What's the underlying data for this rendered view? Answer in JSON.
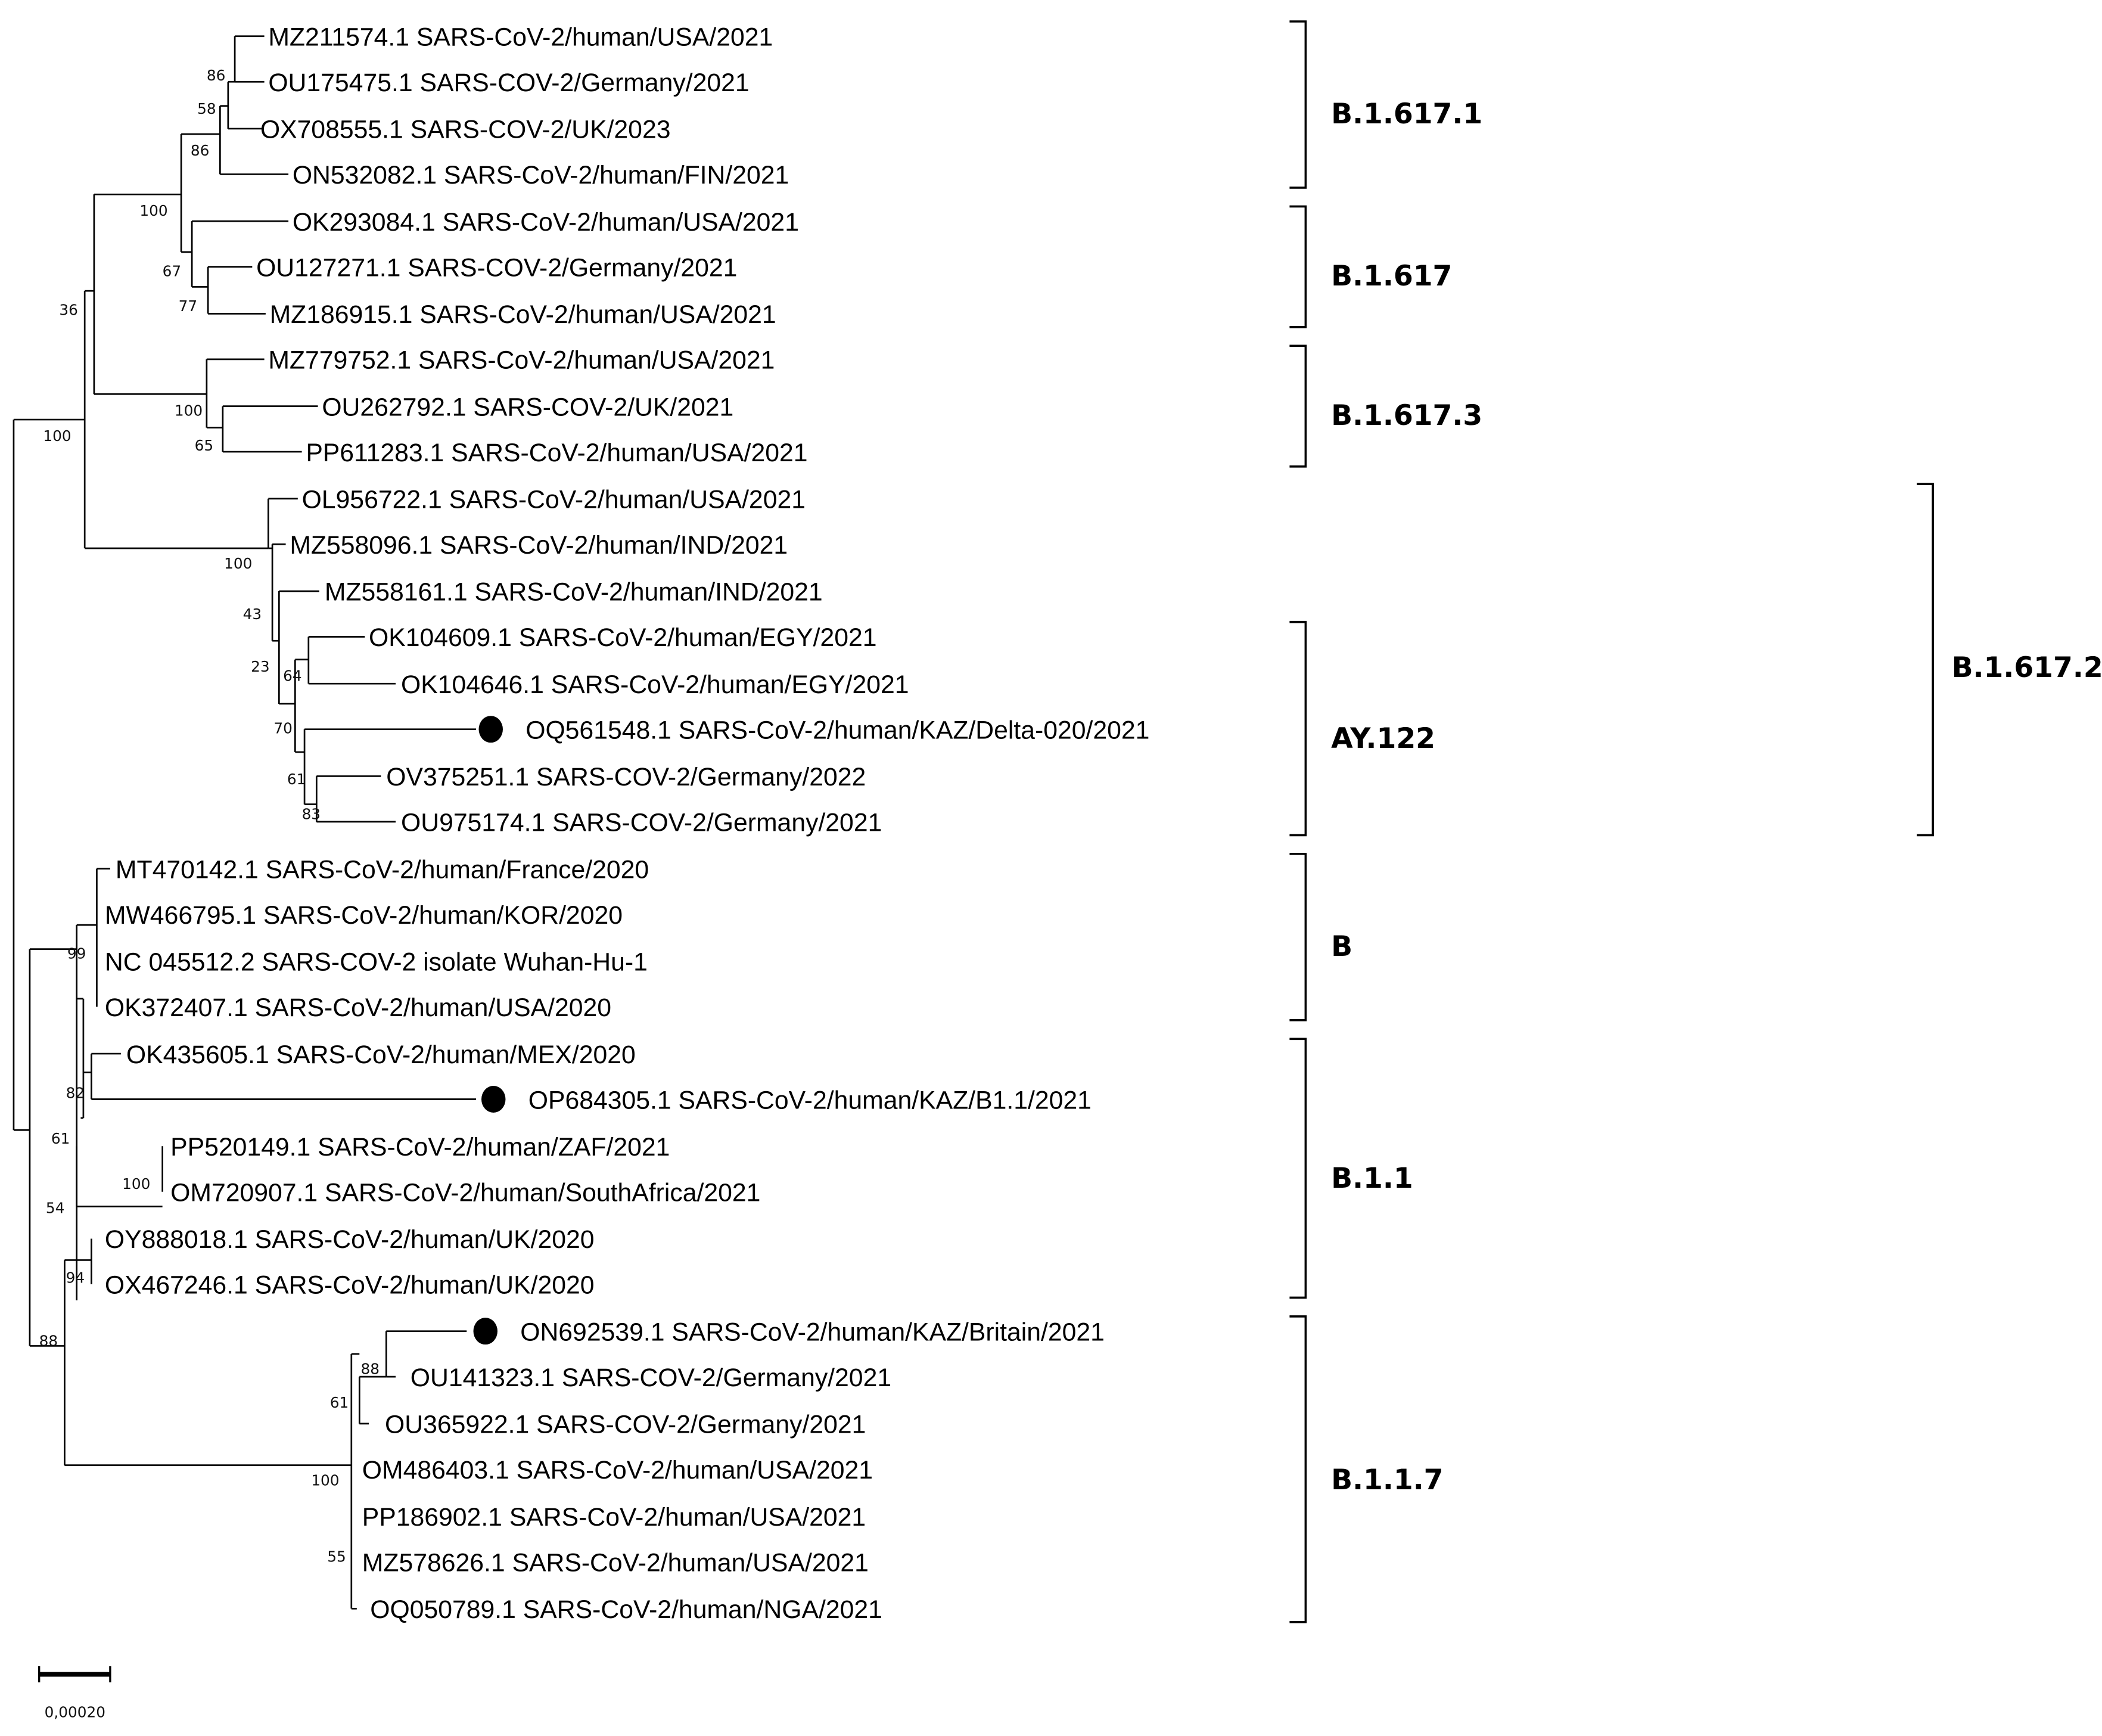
{
  "figure": {
    "type": "phylogenetic-tree",
    "scale_bar": {
      "label": "0,00020"
    },
    "marker_color": "#000000"
  },
  "leaves": [
    {
      "id": "L0",
      "label": "MZ211574.1 SARS-CoV-2/human/USA/2021"
    },
    {
      "id": "L1",
      "label": "OU175475.1 SARS-COV-2/Germany/2021"
    },
    {
      "id": "L2",
      "label": "OX708555.1 SARS-COV-2/UK/2023"
    },
    {
      "id": "L3",
      "label": "ON532082.1 SARS-CoV-2/human/FIN/2021"
    },
    {
      "id": "L4",
      "label": "OK293084.1 SARS-CoV-2/human/USA/2021"
    },
    {
      "id": "L5",
      "label": "OU127271.1 SARS-COV-2/Germany/2021"
    },
    {
      "id": "L6",
      "label": "MZ186915.1 SARS-CoV-2/human/USA/2021"
    },
    {
      "id": "L7",
      "label": "MZ779752.1 SARS-CoV-2/human/USA/2021"
    },
    {
      "id": "L8",
      "label": "OU262792.1 SARS-COV-2/UK/2021"
    },
    {
      "id": "L9",
      "label": "PP611283.1 SARS-CoV-2/human/USA/2021"
    },
    {
      "id": "L10",
      "label": "OL956722.1 SARS-CoV-2/human/USA/2021"
    },
    {
      "id": "L11",
      "label": "MZ558096.1 SARS-CoV-2/human/IND/2021"
    },
    {
      "id": "L12",
      "label": "MZ558161.1 SARS-CoV-2/human/IND/2021"
    },
    {
      "id": "L13",
      "label": "OK104609.1 SARS-CoV-2/human/EGY/2021"
    },
    {
      "id": "L14",
      "label": "OK104646.1 SARS-CoV-2/human/EGY/2021"
    },
    {
      "id": "L15",
      "label": "OQ561548.1 SARS-CoV-2/human/KAZ/Delta-020/2021",
      "marked": true
    },
    {
      "id": "L16",
      "label": "OV375251.1 SARS-COV-2/Germany/2022"
    },
    {
      "id": "L17",
      "label": "OU975174.1 SARS-COV-2/Germany/2021"
    },
    {
      "id": "L18",
      "label": "MT470142.1 SARS-CoV-2/human/France/2020"
    },
    {
      "id": "L19",
      "label": "MW466795.1 SARS-CoV-2/human/KOR/2020"
    },
    {
      "id": "L20",
      "label": "NC 045512.2 SARS-COV-2 isolate Wuhan-Hu-1"
    },
    {
      "id": "L21",
      "label": "OK372407.1 SARS-CoV-2/human/USA/2020"
    },
    {
      "id": "L22",
      "label": "OK435605.1 SARS-CoV-2/human/MEX/2020"
    },
    {
      "id": "L23",
      "label": "OP684305.1 SARS-CoV-2/human/KAZ/B1.1/2021",
      "marked": true
    },
    {
      "id": "L24",
      "label": "PP520149.1 SARS-CoV-2/human/ZAF/2021"
    },
    {
      "id": "L25",
      "label": "OM720907.1 SARS-CoV-2/human/SouthAfrica/2021"
    },
    {
      "id": "L26",
      "label": "OY888018.1 SARS-CoV-2/human/UK/2020"
    },
    {
      "id": "L27",
      "label": "OX467246.1 SARS-CoV-2/human/UK/2020"
    },
    {
      "id": "L28",
      "label": "ON692539.1 SARS-CoV-2/human/KAZ/Britain/2021",
      "marked": true
    },
    {
      "id": "L29",
      "label": "OU141323.1 SARS-COV-2/Germany/2021"
    },
    {
      "id": "L30",
      "label": "OU365922.1 SARS-COV-2/Germany/2021"
    },
    {
      "id": "L31",
      "label": "OM486403.1 SARS-CoV-2/human/USA/2021"
    },
    {
      "id": "L32",
      "label": "PP186902.1 SARS-CoV-2/human/USA/2021"
    },
    {
      "id": "L33",
      "label": "MZ578626.1 SARS-CoV-2/human/USA/2021"
    },
    {
      "id": "L34",
      "label": "OQ050789.1 SARS-CoV-2/human/NGA/2021"
    }
  ],
  "bootstrap": {
    "b86a": "86",
    "b58": "58",
    "b86b": "86",
    "b100a": "100",
    "b67": "67",
    "b77": "77",
    "b36": "36",
    "b100b": "100",
    "b65": "65",
    "b100root": "100",
    "b100c": "100",
    "b43": "43",
    "b23": "23",
    "b64": "64",
    "b70": "70",
    "b61a": "61",
    "b83": "83",
    "b99": "99",
    "b82": "82",
    "b61b": "61",
    "b100d": "100",
    "b54": "54",
    "b94": "94",
    "b88a": "88",
    "b88b": "88",
    "b61c": "61",
    "b100e": "100",
    "b55": "55"
  },
  "clades": [
    {
      "name": "B.1.617.1"
    },
    {
      "name": "B.1.617"
    },
    {
      "name": "B.1.617.3"
    },
    {
      "name": "AY.122"
    },
    {
      "name": "B.1.617.2"
    },
    {
      "name": "B"
    },
    {
      "name": "B.1.1"
    },
    {
      "name": "B.1.1.7"
    }
  ]
}
